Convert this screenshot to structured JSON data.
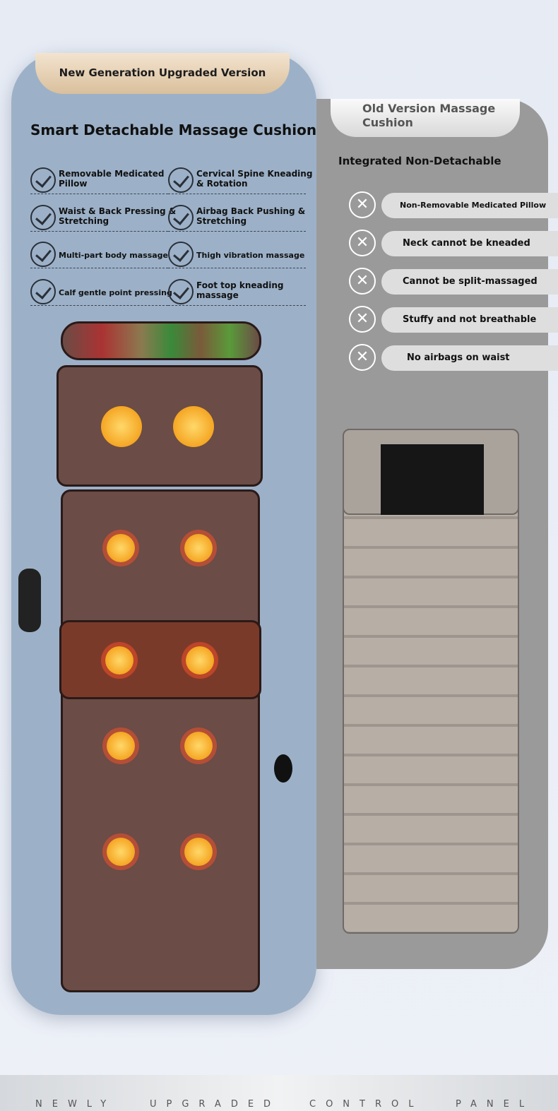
{
  "new_version": {
    "badge": "New Generation Upgraded Version",
    "title": "Smart Detachable Massage Cushion",
    "features": [
      "Removable Medicated Pillow",
      "Cervical Spine Kneading & Rotation",
      "Waist & Back Pressing & Stretching",
      "Airbag Back Pushing & Stretching",
      "Multi-part body massage",
      "Thigh vibration massage",
      "Calf gentle point pressing",
      "Foot top kneading massage"
    ],
    "icon": "check-circle-icon"
  },
  "old_version": {
    "badge": "Old Version Massage Cushion",
    "title": "Integrated Non-Detachable",
    "drawbacks": [
      "Non-Removable Medicated Pillow",
      "Neck cannot be kneaded",
      "Cannot be split-massaged",
      "Stuffy and not breathable",
      "No airbags on waist"
    ],
    "icon": "x-circle-icon"
  },
  "footer": {
    "words": [
      "NEWLY",
      "UPGRADED",
      "CONTROL",
      "PANEL"
    ]
  },
  "colors": {
    "new_panel": "#9cb1c8",
    "old_panel": "#9a9a9b",
    "badge_gold": "#d9bf9c",
    "heat": "#f5a623"
  }
}
